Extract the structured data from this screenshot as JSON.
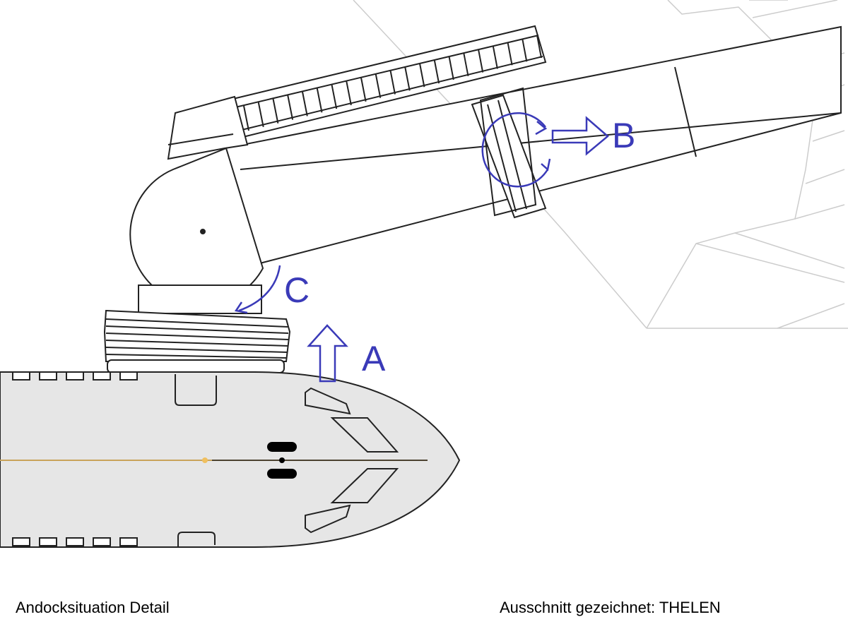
{
  "captions": {
    "left": "Andocksituation Detail",
    "right": "Ausschnitt gezeichnet: THELEN"
  },
  "labels": {
    "a": "A",
    "b": "B",
    "c": "C"
  },
  "colors": {
    "line": "#222222",
    "annotation": "#3a3ab8",
    "fuselage_fill": "#e6e6e6",
    "centerline": "#c9a35a",
    "background_lines": "#cccccc"
  }
}
